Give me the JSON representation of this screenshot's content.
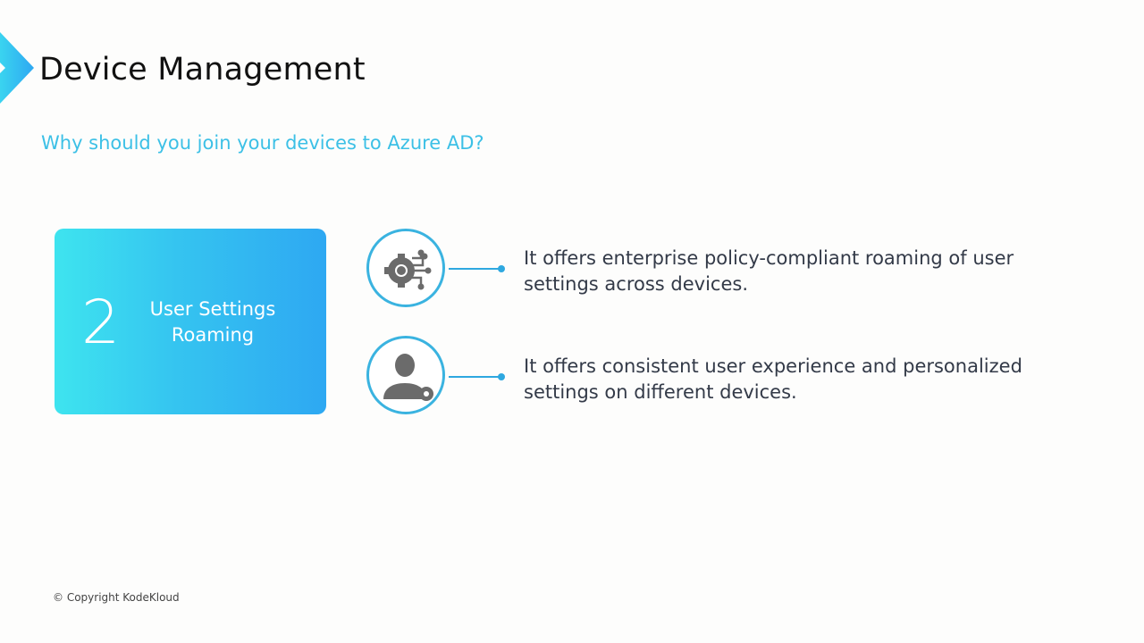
{
  "header": {
    "title": "Device Management",
    "subtitle": "Why should you join your devices to Azure AD?"
  },
  "card": {
    "number": "2",
    "label": "User Settings Roaming"
  },
  "points": [
    {
      "icon": "gear-circuit-icon",
      "text": "It offers enterprise policy-compliant roaming of user settings across devices."
    },
    {
      "icon": "user-settings-icon",
      "text": "It offers consistent user experience and personalized settings on different devices."
    }
  ],
  "footer": {
    "copyright": "© Copyright KodeKloud"
  },
  "colors": {
    "accent": "#3cc0e6",
    "icon": "#6b6b6b"
  }
}
